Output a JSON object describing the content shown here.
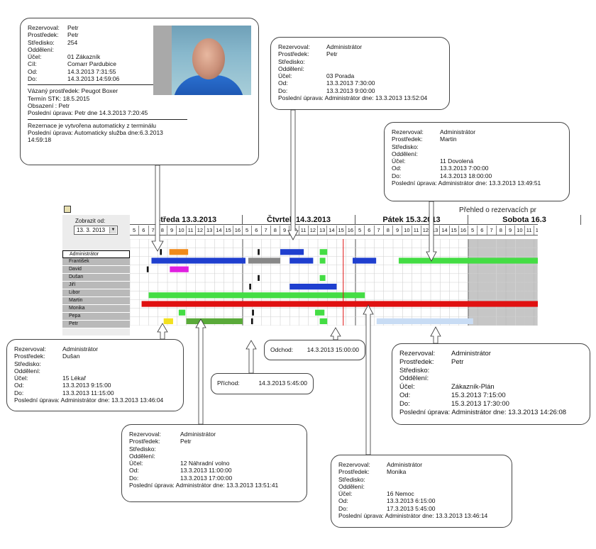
{
  "app": {
    "title": "Přehled o rezervacích pr",
    "show_from_label": "Zobrazit od:",
    "date_value": "13. 3. 2013",
    "days": [
      "Středa  13.3.2013",
      "Čtvrtek 14.3.2013",
      "Pátek  15.3.2013",
      "Sobota  16.3"
    ],
    "hours_per_day": [
      "5",
      "6",
      "7",
      "8",
      "9",
      "10",
      "11",
      "12",
      "13",
      "14",
      "15",
      "16"
    ],
    "people": [
      "Administrátor",
      "František",
      "David",
      "Dušan",
      "Jiří",
      "Libor",
      "Martin",
      "Monika",
      "Pepa",
      "Petr"
    ],
    "colors": {
      "blue": "#1f3fcf",
      "green": "#44dd44",
      "red": "#e01010",
      "orange": "#f08a1a",
      "magenta": "#e020e0",
      "yellow": "#f2e020",
      "gray": "#888888",
      "lightblue": "#c8dcf4"
    }
  },
  "callouts": {
    "petr_car": {
      "rows": [
        [
          "Rezervoval:",
          "Petr"
        ],
        [
          "Prostředek:",
          "Petr"
        ],
        [
          "Středisko:",
          "254"
        ],
        [
          "Oddělení:",
          ""
        ],
        [
          "Účel:",
          "01  Zákazník"
        ],
        [
          "Cíl:",
          "Comarr Pardubice"
        ],
        [
          "Od:",
          "14.3.2013   7:31:55"
        ],
        [
          "Do:",
          "14.3.2013  14:59:06"
        ]
      ],
      "extra1": "Vázaný prostředek: Peugot Boxer",
      "extra2": "Termín STK: 18.5.2015",
      "extra3": "Obsazení : Petr",
      "extra4": "Poslední úprava: Petr   dne 14.3.2013 7:20:45",
      "extra5": "Rezernace je vytvořena automaticky z terminálu",
      "extra6": "Poslední úprava: Automaticky služba  dne:6.3.2013",
      "extra7": "14:59:18"
    },
    "porada": {
      "rows": [
        [
          "Rezervoval:",
          "Administrátor"
        ],
        [
          "Prostředek:",
          "Petr"
        ],
        [
          "Středisko:",
          ""
        ],
        [
          "Oddělení:",
          ""
        ],
        [
          "Účel:",
          "03 Porada"
        ],
        [
          "Od:",
          "13.3.2013  7:30:00"
        ],
        [
          "Do:",
          "13.3.2013  9:00:00"
        ]
      ],
      "footer": "Poslední úprava: Administrátor    dne: 13.3.2013 13:52:04"
    },
    "dovolena": {
      "rows": [
        [
          "Rezervoval:",
          "Administrátor"
        ],
        [
          "Prostředek:",
          "Martin"
        ],
        [
          "Středisko:",
          ""
        ],
        [
          "Oddělení:",
          ""
        ],
        [
          "Účel:",
          "11 Dovolená"
        ],
        [
          "Od:",
          "13.3.2013 7:00:00"
        ],
        [
          "Do:",
          "14.3.2013 18:00:00"
        ]
      ],
      "footer": "Poslední úprava: Administrátor    dne: 13.3.2013 13:49:51"
    },
    "lekar": {
      "rows": [
        [
          "Rezervoval:",
          "Administrátor"
        ],
        [
          "Prostředek:",
          "Dušan"
        ],
        [
          "Středisko:",
          ""
        ],
        [
          "Oddělení:",
          ""
        ],
        [
          "Účel:",
          "15 Lékař"
        ],
        [
          "Od:",
          "13.3.2013 9:15:00"
        ],
        [
          "Do:",
          "13.3.2013 11:15:00"
        ]
      ],
      "footer": "Poslední úprava: Administrátor    dne: 13.3.2013 13:46:04"
    },
    "prichod": {
      "label": "Příchod:",
      "value": "14.3.2013 5:45:00"
    },
    "odchod": {
      "label": "Odchod:",
      "value": "14.3.2013 15:00:00"
    },
    "zakaznik_plan": {
      "rows": [
        [
          "Rezervoval:",
          "Administrátor"
        ],
        [
          "Prostředek:",
          "Petr"
        ],
        [
          "Středisko:",
          ""
        ],
        [
          "Oddělení:",
          ""
        ],
        [
          "Účel:",
          "Zákazník-Plán"
        ],
        [
          "Od:",
          "15.3.2013 7:15:00"
        ],
        [
          "Do:",
          "15.3.2013 17:30:00"
        ]
      ],
      "footer": "Poslední úprava: Administrátor    dne: 13.3.2013 14:26:08"
    },
    "nahradni_volno": {
      "rows": [
        [
          "Rezervoval:",
          "Administrátor"
        ],
        [
          "Prostředek:",
          "Petr"
        ],
        [
          "Středisko:",
          ""
        ],
        [
          "Oddělení:",
          ""
        ],
        [
          "Účel:",
          "12 Náhradní volno"
        ],
        [
          "Od:",
          "13.3.2013 11:00:00"
        ],
        [
          "Do:",
          "13.3.2013 17:00:00"
        ]
      ],
      "footer": "Poslední úprava: Administrátor    dne: 13.3.2013 13:51:41"
    },
    "nemoc": {
      "rows": [
        [
          "Rezervoval:",
          "Administrátor"
        ],
        [
          "Prostředek:",
          "Monika"
        ],
        [
          "Středisko:",
          ""
        ],
        [
          "Oddělení:",
          ""
        ],
        [
          "Účel:",
          "16 Nemoc"
        ],
        [
          "Od:",
          "13.3.2013 6:15:00"
        ],
        [
          "Do:",
          "17.3.2013 5:45:00"
        ]
      ],
      "footer": "Poslední úprava: Administrátor    dne: 13.3.2013 13:46:14"
    }
  }
}
